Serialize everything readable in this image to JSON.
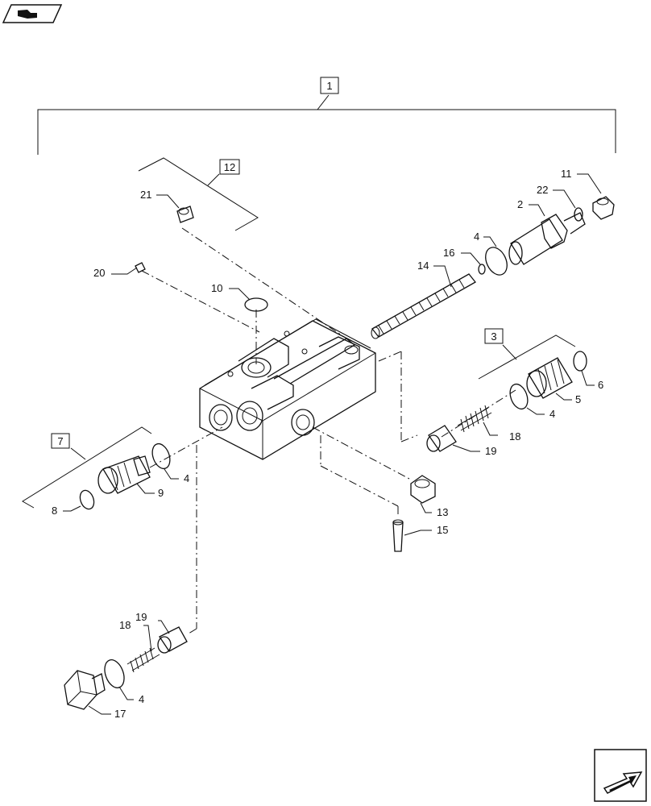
{
  "callouts": {
    "c1": "1",
    "c2": "2",
    "c3": "3",
    "c4a": "4",
    "c4b": "4",
    "c4c": "4",
    "c4d": "4",
    "c5": "5",
    "c6": "6",
    "c7": "7",
    "c8": "8",
    "c9": "9",
    "c10": "10",
    "c11": "11",
    "c12": "12",
    "c13": "13",
    "c14": "14",
    "c15": "15",
    "c16": "16",
    "c17": "17",
    "c18a": "18",
    "c18b": "18",
    "c19a": "19",
    "c19b": "19",
    "c20": "20",
    "c21": "21",
    "c22": "22"
  },
  "icons": {
    "top_left": "book-page-icon",
    "bottom_right": "next-page-arrow-icon"
  },
  "colors": {
    "line": "#111111",
    "background": "#ffffff"
  }
}
